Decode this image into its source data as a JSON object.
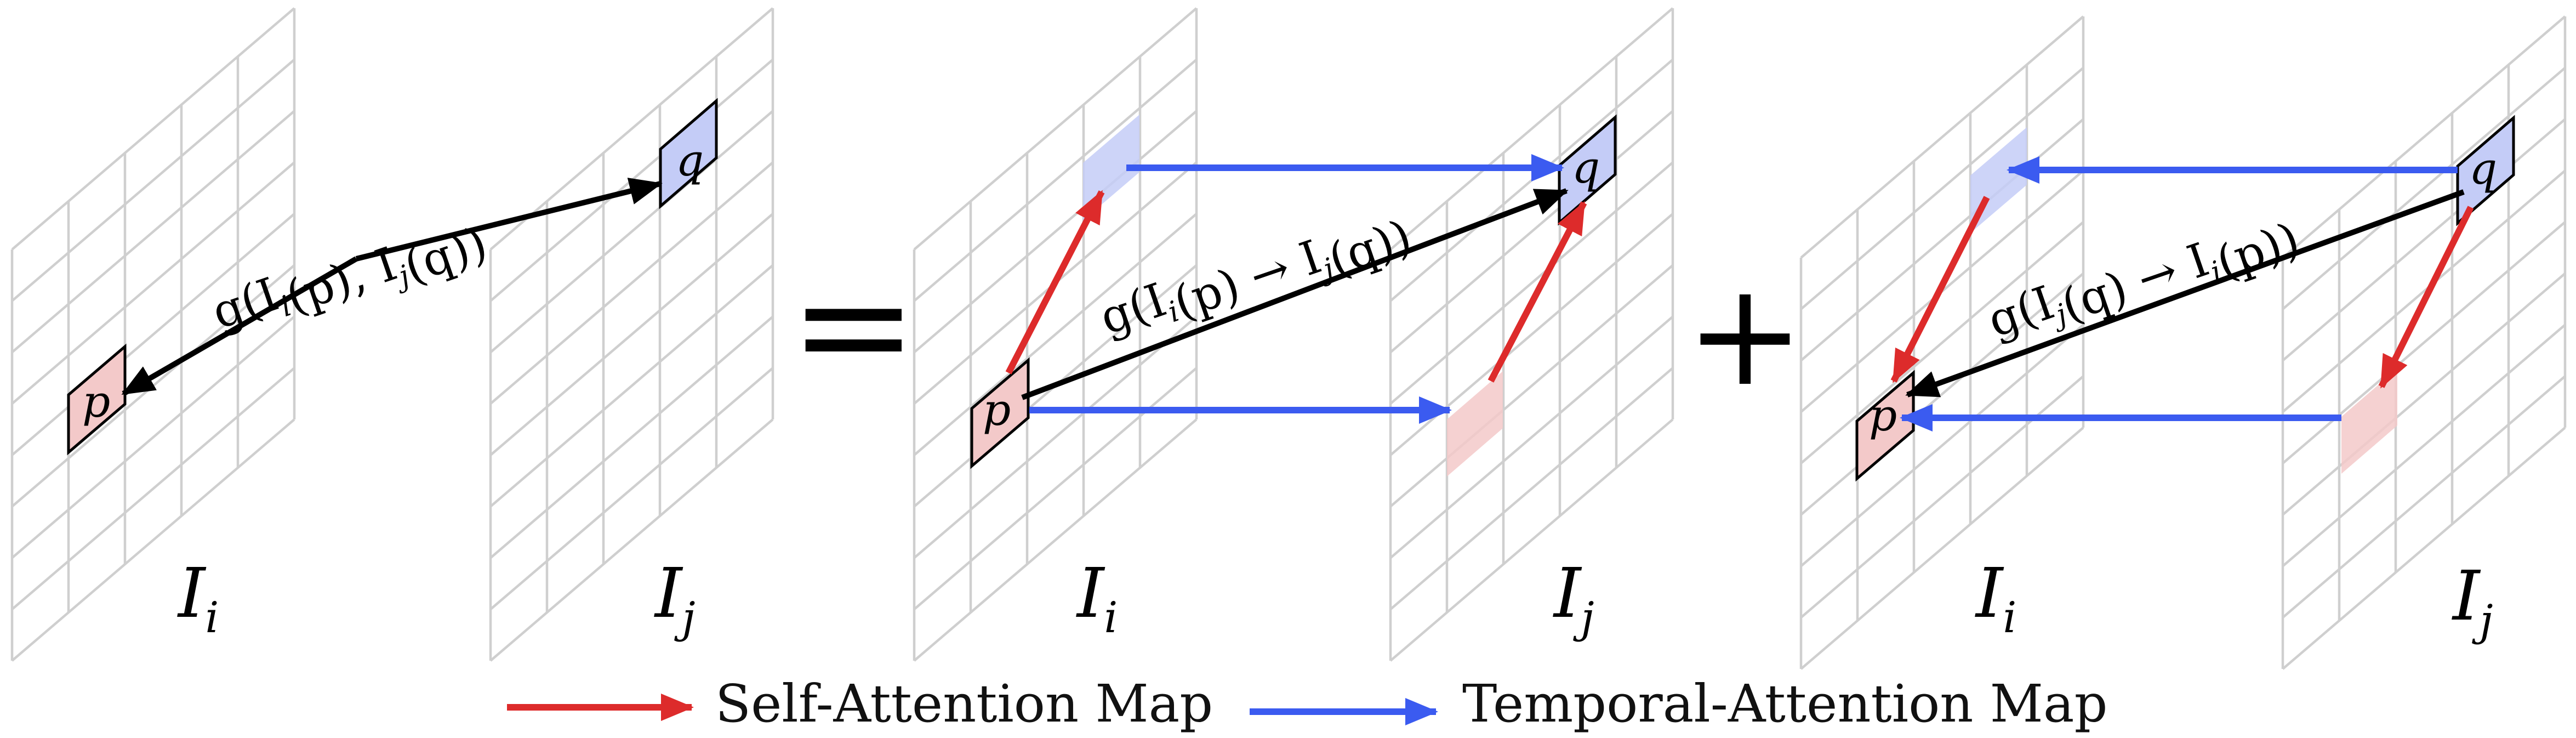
{
  "panel1": {
    "frame_i_label": "I_i",
    "frame_j_label": "I_j",
    "point_p": "p",
    "point_q": "q",
    "relation": "g(I_i(p), I_j(q))"
  },
  "equals_sign": "=",
  "panel2": {
    "frame_i_label": "I_i",
    "frame_j_label": "I_j",
    "point_p": "p",
    "point_q": "q",
    "relation": "g(I_i(p) → I_j(q))"
  },
  "plus_sign": "+",
  "panel3": {
    "frame_i_label": "I_i",
    "frame_j_label": "I_j",
    "point_p": "p",
    "point_q": "q",
    "relation": "g(I_j(q) → I_i(p))"
  },
  "legend": {
    "self_attention": "Self-Attention Map",
    "temporal_attention": "Temporal-Attention Map"
  },
  "colors": {
    "self_attention": "#dd2b2b",
    "temporal_attention": "#3b5bf0",
    "p_cell_fill": "#f3c9c9",
    "q_cell_fill": "#c4ccf7",
    "grid": "#cfcfcf",
    "main_arrow": "#000000"
  }
}
